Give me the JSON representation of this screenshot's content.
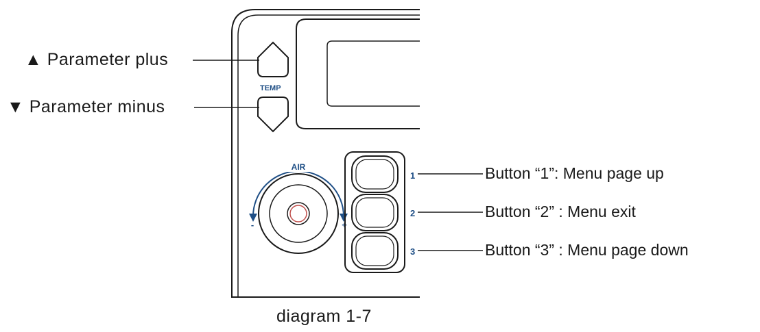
{
  "labels": {
    "param_plus": "▲ Parameter plus",
    "param_minus": "▼ Parameter minus",
    "button1": "Button “1”: Menu page up",
    "button2": "Button  “2”  : Menu exit",
    "button3": "Button  “3”  : Menu page down"
  },
  "panel": {
    "temp": "TEMP",
    "air": "AIR",
    "minus_sign": "-",
    "plus_sign": "+",
    "num1": "1",
    "num2": "2",
    "num3": "3"
  },
  "caption": "diagram 1-7",
  "colors": {
    "line": "#1a1a1a",
    "accent_blue": "#1f4f86",
    "knob_ring": "#c0504d"
  }
}
